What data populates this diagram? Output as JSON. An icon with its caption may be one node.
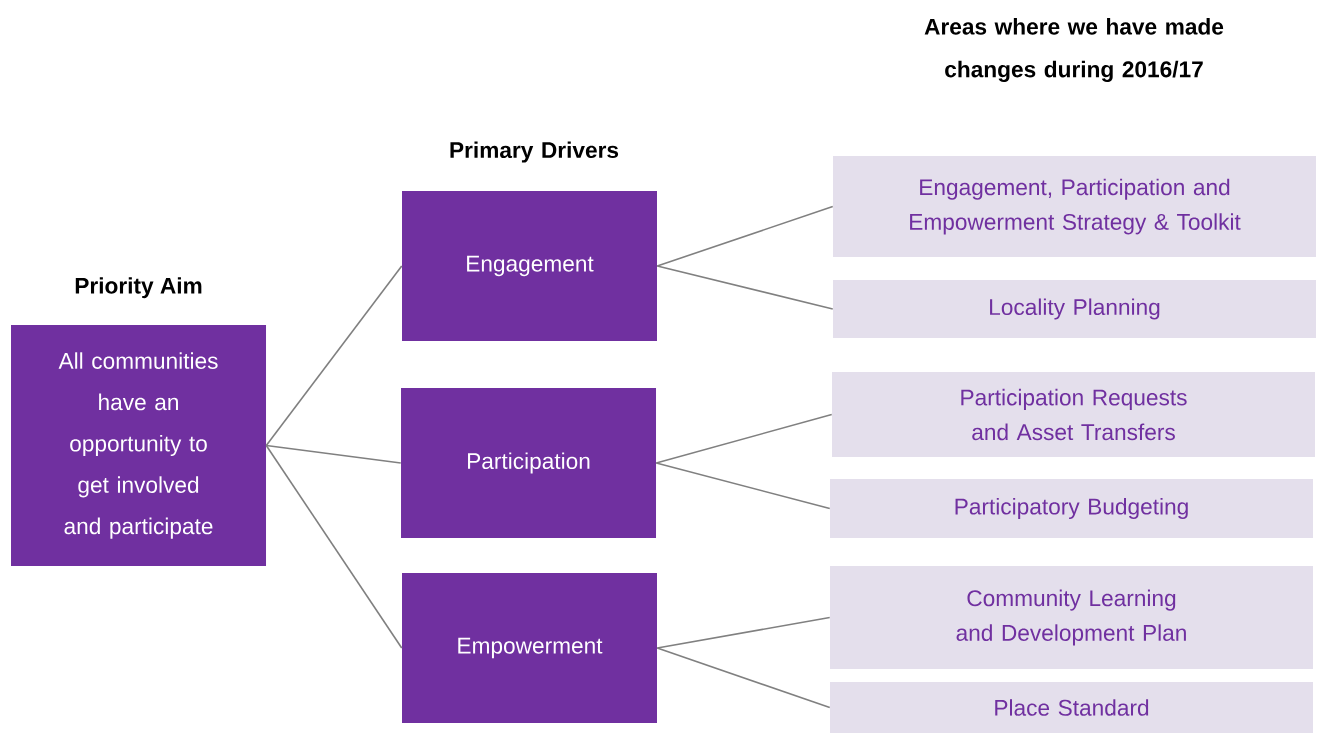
{
  "diagram": {
    "nodes": [
      {
        "text": [
          "Priority Aim",
          "All communities have an opportunity to get involved and participate"
        ]
      },
      {
        "text": [
          "Engagement"
        ]
      },
      {
        "text": [
          "Participation"
        ]
      },
      {
        "text": [
          "Empowerment"
        ]
      },
      {
        "text": [
          "Engagement, Participation and Empowerment Strategy & Toolkit"
        ]
      },
      {
        "text": [
          "Locality Planning"
        ]
      },
      {
        "text": [
          "Participation Requests and Asset Transfers"
        ]
      },
      {
        "text": [
          "Participatory Budgeting"
        ]
      },
      {
        "text": [
          "Community Learning and Development Plan"
        ]
      },
      {
        "text": [
          "Place Standard"
        ]
      }
    ],
    "edges": [
      {
        "from": 0,
        "to": 1,
        "arrow": "none"
      },
      {
        "from": 0,
        "to": 2,
        "arrow": "none"
      },
      {
        "from": 0,
        "to": 3,
        "arrow": "none"
      },
      {
        "from": 1,
        "to": 4,
        "arrow": "none"
      },
      {
        "from": 1,
        "to": 5,
        "arrow": "none"
      },
      {
        "from": 2,
        "to": 6,
        "arrow": "none"
      },
      {
        "from": 2,
        "to": 7,
        "arrow": "none"
      },
      {
        "from": 3,
        "to": 8,
        "arrow": "none"
      },
      {
        "from": 3,
        "to": 9,
        "arrow": "none"
      }
    ],
    "labels": [
      "Areas where we have made changes during 2016/17",
      "Primary Drivers"
    ]
  }
}
